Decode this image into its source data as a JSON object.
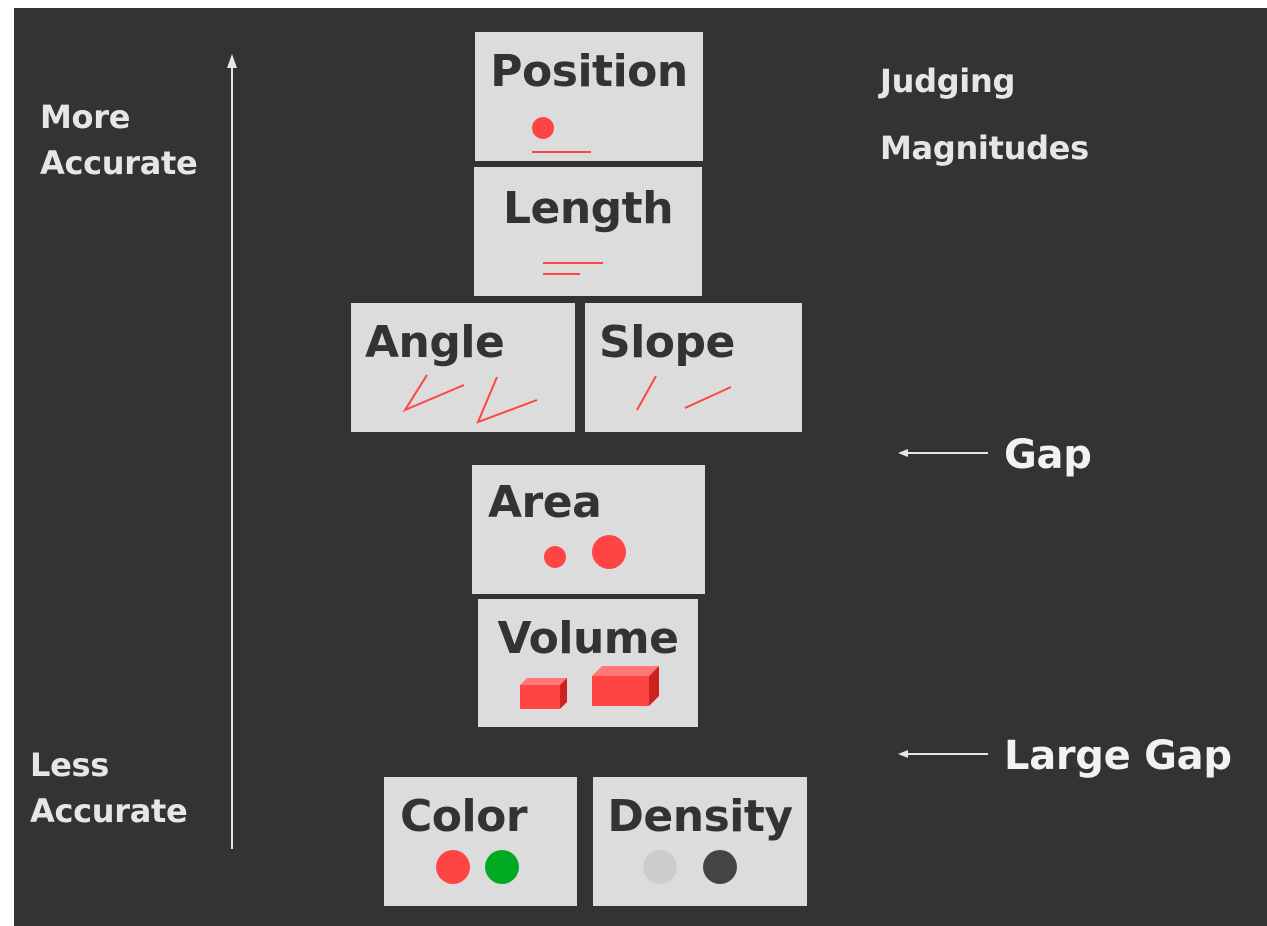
{
  "title": {
    "line1": "Judging",
    "line2": "Magnitudes"
  },
  "scale": {
    "top_line1": "More",
    "top_line2": "Accurate",
    "bottom_line1": "Less",
    "bottom_line2": "Accurate"
  },
  "notes": {
    "gap": "Gap",
    "large_gap": "Large Gap"
  },
  "channels": {
    "position": "Position",
    "length": "Length",
    "angle": "Angle",
    "slope": "Slope",
    "area": "Area",
    "volume": "Volume",
    "color": "Color",
    "density": "Density"
  },
  "colors": {
    "background": "#333333",
    "box": "#dcdcdc",
    "text_dark": "#333333",
    "text_light": "#e6e6e6",
    "mark": "#ff4444",
    "green": "#00aa22",
    "density_light": "#cccccc",
    "density_dark": "#444444"
  }
}
